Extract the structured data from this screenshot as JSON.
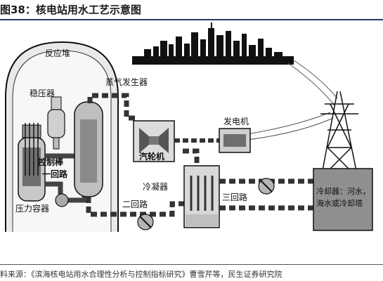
{
  "title": "图38：核电站用水工艺示意图",
  "source": "料来源：《滨海核电站用水合理性分析与控制指标研究》曹雪芹等，民生证券研究院",
  "labels": {
    "reactor_pile": "反应堆",
    "pressurizer": "稳压器",
    "steam_generator": "蒸气发生器",
    "control_rod": "控制棒",
    "loop1": "一回路",
    "pressure_vessel": "压力容器",
    "loop2": "二回路",
    "condenser": "冷凝器",
    "turbine": "汽轮机",
    "generator": "发电机",
    "loop3": "三回路",
    "cooler_line1": "冷却器：河水，",
    "cooler_line2": "海水或冷却塔"
  }
}
